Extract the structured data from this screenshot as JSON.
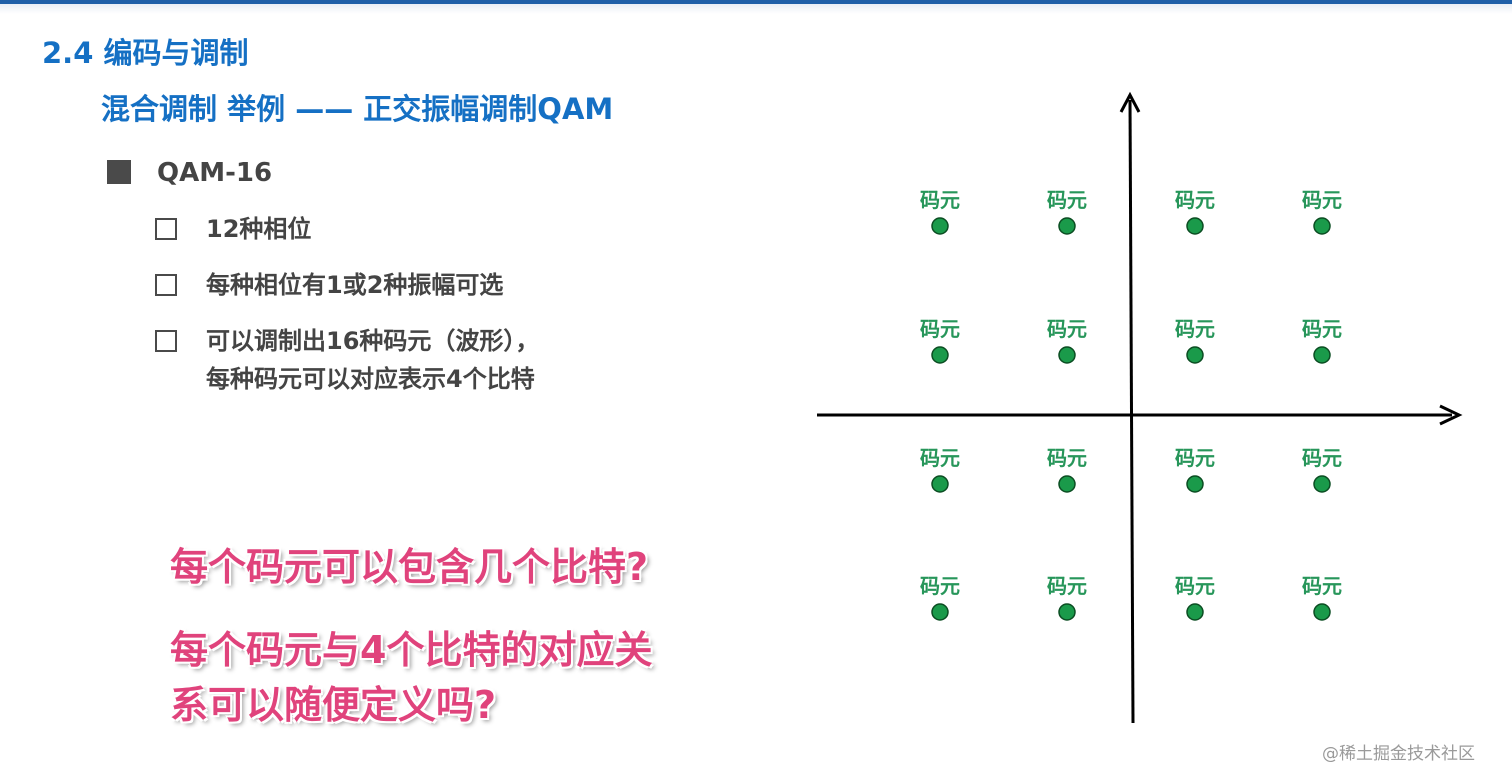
{
  "section_title": "2.4 编码与调制",
  "subtitle": "混合调制 举例 —— 正交振幅调制QAM",
  "main_bullet": "QAM-16",
  "sub_bullets": [
    {
      "lines": [
        "12种相位"
      ]
    },
    {
      "lines": [
        "每种相位有1或2种振幅可选"
      ]
    },
    {
      "lines": [
        "可以调制出16种码元（波形），",
        "每种码元可以对应表示4个比特"
      ]
    }
  ],
  "questions": [
    {
      "lines": [
        "每个码元可以包含几个比特?"
      ]
    },
    {
      "lines": [
        "每个码元与4个比特的对应关",
        "系可以随便定义吗?"
      ]
    }
  ],
  "constellation": {
    "grid": "4x4",
    "symbol_label": "码元",
    "point_color": "#1a9a4a",
    "label_color": "#27965a"
  },
  "colors": {
    "title": "#1570c4",
    "question": "#e0437c",
    "text": "#444444"
  },
  "watermark": "@稀土掘金技术社区"
}
